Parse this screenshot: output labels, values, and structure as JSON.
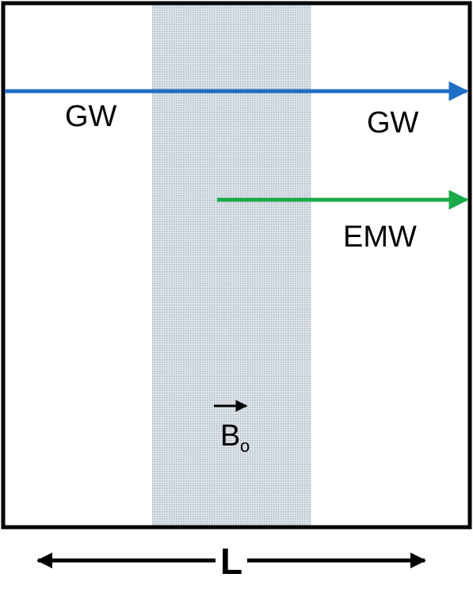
{
  "labels": {
    "gw_incoming": "GW",
    "gw_outgoing": "GW",
    "emw": "EMW",
    "field_symbol": "B",
    "field_subscript": "o",
    "length": "L"
  },
  "colors": {
    "gw_arrow": "#1f6fc6",
    "emw_arrow": "#1aaa4a",
    "field_region": "#c9d3dc",
    "frame": "#000000"
  }
}
